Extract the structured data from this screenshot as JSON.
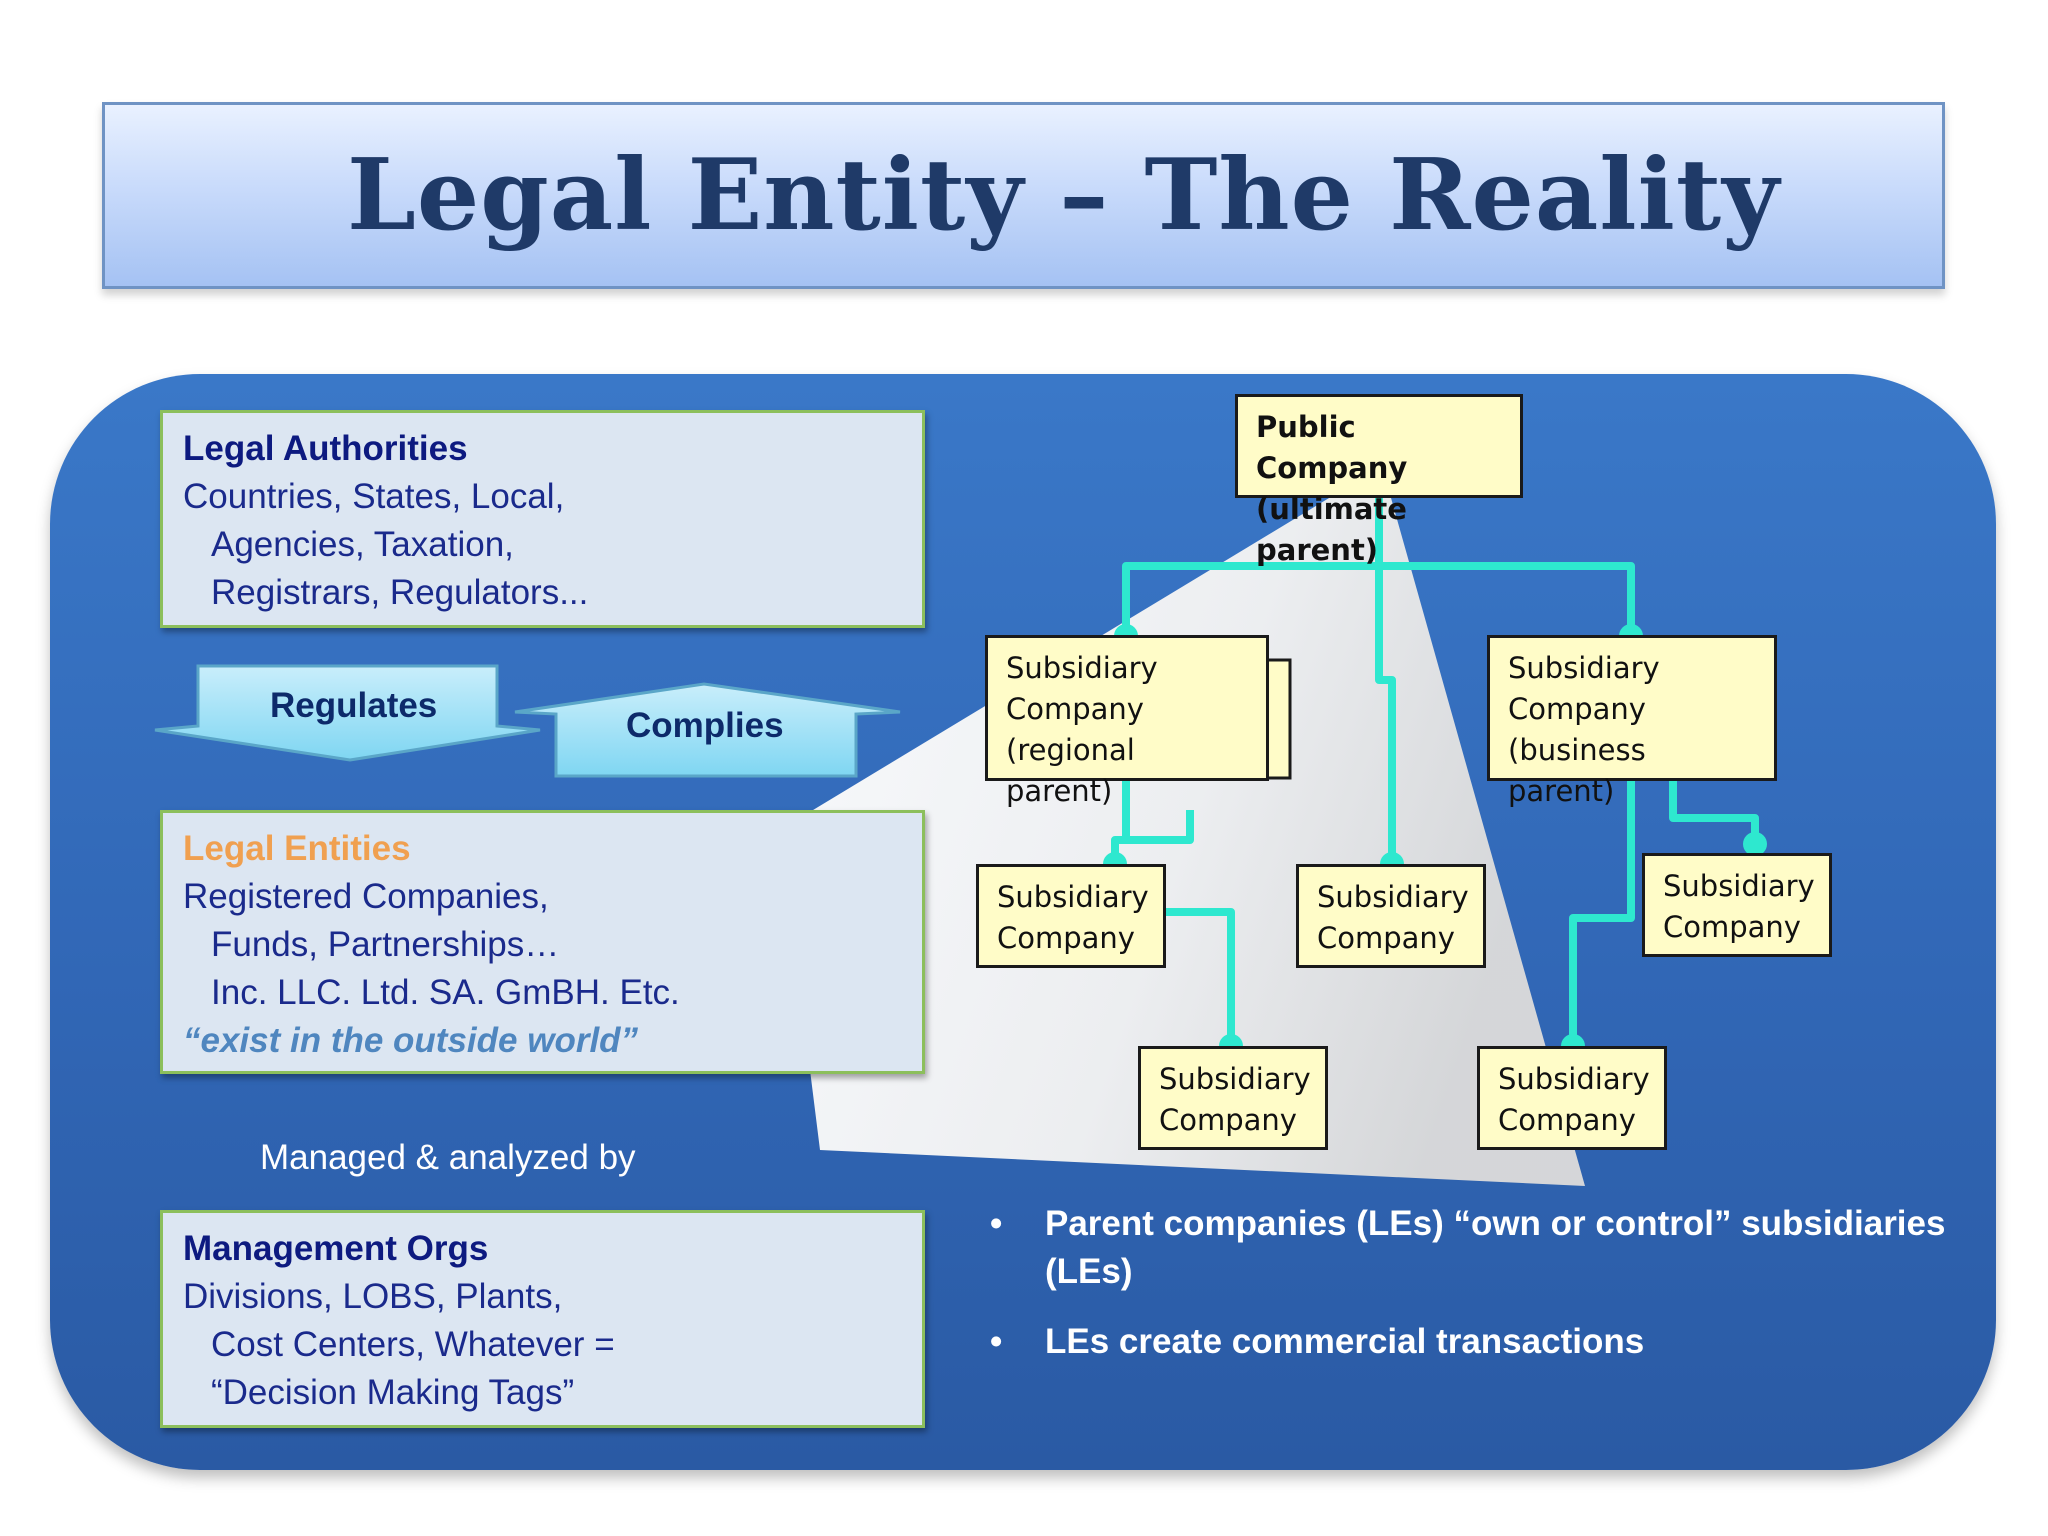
{
  "title": "Legal Entity – The Reality",
  "left_boxes": {
    "authorities": {
      "heading": "Legal Authorities",
      "lines": [
        "Countries, States, Local,",
        "Agencies, Taxation,",
        "Registrars, Regulators..."
      ]
    },
    "entities": {
      "heading": "Legal Entities",
      "lines": [
        "Registered Companies,",
        "Funds, Partnerships…",
        "Inc. LLC. Ltd. SA. GmBH. Etc."
      ],
      "quote": "“exist in the outside world”"
    },
    "management": {
      "heading": "Management Orgs",
      "lines": [
        "Divisions, LOBS, Plants,",
        "Cost Centers, Whatever =",
        "“Decision Making Tags”"
      ]
    }
  },
  "arrows": {
    "regulates": "Regulates",
    "complies": "Complies"
  },
  "managed_by": "Managed & analyzed by",
  "org_chart": {
    "root": [
      "Public Company",
      "(ultimate parent)"
    ],
    "regional_parent": [
      "Subsidiary",
      "Company",
      "(regional parent)"
    ],
    "business_parent": [
      "Subsidiary",
      "Company",
      "(business parent)"
    ],
    "sub_1": [
      "Subsidiary",
      "Company"
    ],
    "sub_2": [
      "Subsidiary",
      "Company"
    ],
    "sub_3": [
      "Subsidiary",
      "Company"
    ],
    "sub_4": [
      "Subsidiary",
      "Company"
    ],
    "sub_5": [
      "Subsidiary",
      "Company"
    ]
  },
  "bullets": [
    "Parent companies (LEs) “own or control” subsidiaries (LEs)",
    "LEs create commercial transactions"
  ],
  "colors": {
    "title_text": "#1f3a68",
    "panel": "#3167b6",
    "connector": "#2ee8cf",
    "node_fill": "#fffcc8",
    "entities_heading": "#f0a050"
  }
}
